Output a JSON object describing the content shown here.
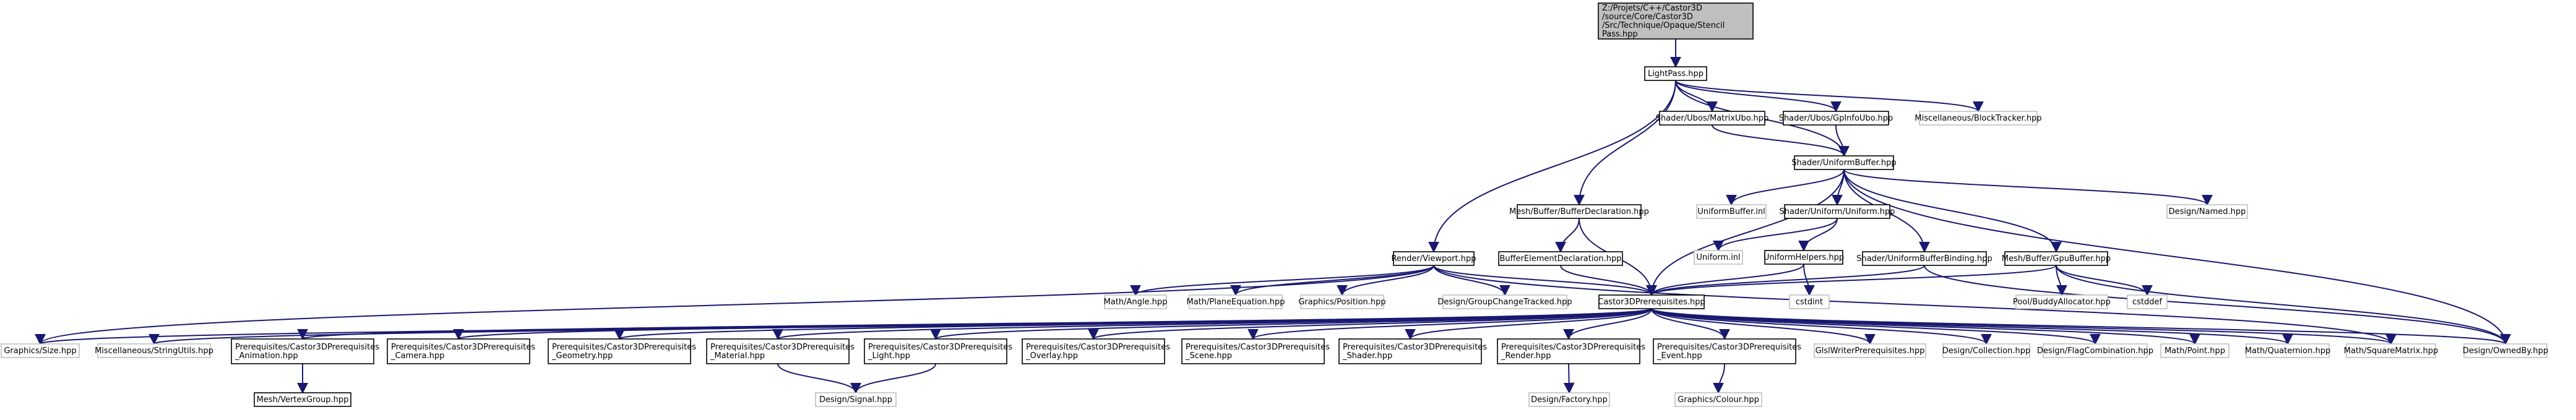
{
  "colors": {
    "edge": "#191970",
    "root_fill": "#bfbfbf",
    "node_border": "#000000",
    "external_border": "#bfbfbf",
    "background": "#ffffff"
  },
  "nodes": [
    {
      "id": "root",
      "lines": [
        "Z:/Projets/C++/Castor3D",
        "/source/Core/Castor3D",
        "/Src/Technique/Opaque/Stencil",
        "Pass.hpp"
      ],
      "kind": "root"
    },
    {
      "id": "lightpass",
      "lines": [
        "LightPass.hpp"
      ],
      "kind": "doc"
    },
    {
      "id": "matrixubo",
      "lines": [
        "Shader/Ubos/MatrixUbo.hpp"
      ],
      "kind": "doc"
    },
    {
      "id": "gpinfoubo",
      "lines": [
        "Shader/Ubos/GpInfoUbo.hpp"
      ],
      "kind": "doc"
    },
    {
      "id": "blocktracker",
      "lines": [
        "Miscellaneous/BlockTracker.hpp"
      ],
      "kind": "ext"
    },
    {
      "id": "uniformbuffer",
      "lines": [
        "Shader/UniformBuffer.hpp"
      ],
      "kind": "doc"
    },
    {
      "id": "bufferdecl",
      "lines": [
        "Mesh/Buffer/BufferDeclaration.hpp"
      ],
      "kind": "doc"
    },
    {
      "id": "uniformbufferinl",
      "lines": [
        "UniformBuffer.inl"
      ],
      "kind": "ext"
    },
    {
      "id": "uniform",
      "lines": [
        "Shader/Uniform/Uniform.hpp"
      ],
      "kind": "doc"
    },
    {
      "id": "named",
      "lines": [
        "Design/Named.hpp"
      ],
      "kind": "ext"
    },
    {
      "id": "uniforminl",
      "lines": [
        "Uniform.inl"
      ],
      "kind": "ext"
    },
    {
      "id": "uniformhelpers",
      "lines": [
        "UniformHelpers.hpp"
      ],
      "kind": "doc"
    },
    {
      "id": "bufferelemdecl",
      "lines": [
        "BufferElementDeclaration.hpp"
      ],
      "kind": "doc"
    },
    {
      "id": "uniformbufferbinding",
      "lines": [
        "Shader/UniformBufferBinding.hpp"
      ],
      "kind": "doc"
    },
    {
      "id": "gpubuffer",
      "lines": [
        "Mesh/Buffer/GpuBuffer.hpp"
      ],
      "kind": "doc"
    },
    {
      "id": "viewport",
      "lines": [
        "Render/Viewport.hpp"
      ],
      "kind": "doc"
    },
    {
      "id": "cstdint",
      "lines": [
        "cstdint"
      ],
      "kind": "ext"
    },
    {
      "id": "pool",
      "lines": [
        "Pool/BuddyAllocator.hpp"
      ],
      "kind": "ext"
    },
    {
      "id": "cstddef",
      "lines": [
        "cstddef"
      ],
      "kind": "ext"
    },
    {
      "id": "angle",
      "lines": [
        "Math/Angle.hpp"
      ],
      "kind": "ext"
    },
    {
      "id": "planeeq",
      "lines": [
        "Math/PlaneEquation.hpp"
      ],
      "kind": "ext"
    },
    {
      "id": "position",
      "lines": [
        "Graphics/Position.hpp"
      ],
      "kind": "ext"
    },
    {
      "id": "groupchange",
      "lines": [
        "Design/GroupChangeTracked.hpp"
      ],
      "kind": "ext"
    },
    {
      "id": "castorprereq",
      "lines": [
        "Castor3DPrerequisites.hpp"
      ],
      "kind": "doc"
    },
    {
      "id": "size",
      "lines": [
        "Graphics/Size.hpp"
      ],
      "kind": "ext"
    },
    {
      "id": "stringutils",
      "lines": [
        "Miscellaneous/StringUtils.hpp"
      ],
      "kind": "ext"
    },
    {
      "id": "p_anim",
      "lines": [
        "Prerequisites/Castor3DPrerequisites",
        "_Animation.hpp"
      ],
      "kind": "doc"
    },
    {
      "id": "p_cam",
      "lines": [
        "Prerequisites/Castor3DPrerequisites",
        "_Camera.hpp"
      ],
      "kind": "doc"
    },
    {
      "id": "p_geom",
      "lines": [
        "Prerequisites/Castor3DPrerequisites",
        "_Geometry.hpp"
      ],
      "kind": "doc"
    },
    {
      "id": "p_mat",
      "lines": [
        "Prerequisites/Castor3DPrerequisites",
        "_Material.hpp"
      ],
      "kind": "doc"
    },
    {
      "id": "p_light",
      "lines": [
        "Prerequisites/Castor3DPrerequisites",
        "_Light.hpp"
      ],
      "kind": "doc"
    },
    {
      "id": "p_overlay",
      "lines": [
        "Prerequisites/Castor3DPrerequisites",
        "_Overlay.hpp"
      ],
      "kind": "doc"
    },
    {
      "id": "p_scene",
      "lines": [
        "Prerequisites/Castor3DPrerequisites",
        "_Scene.hpp"
      ],
      "kind": "doc"
    },
    {
      "id": "p_shader",
      "lines": [
        "Prerequisites/Castor3DPrerequisites",
        "_Shader.hpp"
      ],
      "kind": "doc"
    },
    {
      "id": "p_render",
      "lines": [
        "Prerequisites/Castor3DPrerequisites",
        "_Render.hpp"
      ],
      "kind": "doc"
    },
    {
      "id": "p_event",
      "lines": [
        "Prerequisites/Castor3DPrerequisites",
        "_Event.hpp"
      ],
      "kind": "doc"
    },
    {
      "id": "glslwriter",
      "lines": [
        "GlslWriterPrerequisites.hpp"
      ],
      "kind": "ext"
    },
    {
      "id": "collection",
      "lines": [
        "Design/Collection.hpp"
      ],
      "kind": "ext"
    },
    {
      "id": "flagcomb",
      "lines": [
        "Design/FlagCombination.hpp"
      ],
      "kind": "ext"
    },
    {
      "id": "point",
      "lines": [
        "Math/Point.hpp"
      ],
      "kind": "ext"
    },
    {
      "id": "quaternion",
      "lines": [
        "Math/Quaternion.hpp"
      ],
      "kind": "ext"
    },
    {
      "id": "squarematrix",
      "lines": [
        "Math/SquareMatrix.hpp"
      ],
      "kind": "ext"
    },
    {
      "id": "ownedby",
      "lines": [
        "Design/OwnedBy.hpp"
      ],
      "kind": "ext"
    },
    {
      "id": "vertexgroup",
      "lines": [
        "Mesh/VertexGroup.hpp"
      ],
      "kind": "doc"
    },
    {
      "id": "signal",
      "lines": [
        "Design/Signal.hpp"
      ],
      "kind": "ext"
    },
    {
      "id": "factory",
      "lines": [
        "Design/Factory.hpp"
      ],
      "kind": "ext"
    },
    {
      "id": "colour",
      "lines": [
        "Graphics/Colour.hpp"
      ],
      "kind": "ext"
    }
  ],
  "edges": [
    [
      "root",
      "lightpass"
    ],
    [
      "lightpass",
      "matrixubo"
    ],
    [
      "lightpass",
      "gpinfoubo"
    ],
    [
      "lightpass",
      "blocktracker"
    ],
    [
      "lightpass",
      "uniformbuffer"
    ],
    [
      "lightpass",
      "bufferdecl"
    ],
    [
      "lightpass",
      "viewport"
    ],
    [
      "matrixubo",
      "uniformbuffer"
    ],
    [
      "gpinfoubo",
      "uniformbuffer"
    ],
    [
      "uniformbuffer",
      "uniformbufferinl"
    ],
    [
      "uniformbuffer",
      "uniform"
    ],
    [
      "uniformbuffer",
      "named"
    ],
    [
      "uniformbuffer",
      "uniformbufferbinding"
    ],
    [
      "uniformbuffer",
      "gpubuffer"
    ],
    [
      "uniformbuffer",
      "castorprereq"
    ],
    [
      "uniformbuffer",
      "ownedby"
    ],
    [
      "uniform",
      "uniforminl"
    ],
    [
      "uniform",
      "uniformhelpers"
    ],
    [
      "uniformhelpers",
      "cstdint"
    ],
    [
      "uniformhelpers",
      "castorprereq"
    ],
    [
      "bufferdecl",
      "bufferelemdecl"
    ],
    [
      "bufferdecl",
      "castorprereq"
    ],
    [
      "bufferelemdecl",
      "castorprereq"
    ],
    [
      "uniformbufferbinding",
      "castorprereq"
    ],
    [
      "uniformbufferbinding",
      "ownedby"
    ],
    [
      "gpubuffer",
      "pool"
    ],
    [
      "gpubuffer",
      "cstddef"
    ],
    [
      "gpubuffer",
      "castorprereq"
    ],
    [
      "gpubuffer",
      "ownedby"
    ],
    [
      "viewport",
      "angle"
    ],
    [
      "viewport",
      "planeeq"
    ],
    [
      "viewport",
      "position"
    ],
    [
      "viewport",
      "groupchange"
    ],
    [
      "viewport",
      "castorprereq"
    ],
    [
      "viewport",
      "size"
    ],
    [
      "viewport",
      "squarematrix"
    ],
    [
      "castorprereq",
      "size"
    ],
    [
      "castorprereq",
      "stringutils"
    ],
    [
      "castorprereq",
      "p_anim"
    ],
    [
      "castorprereq",
      "p_cam"
    ],
    [
      "castorprereq",
      "p_geom"
    ],
    [
      "castorprereq",
      "p_mat"
    ],
    [
      "castorprereq",
      "p_light"
    ],
    [
      "castorprereq",
      "p_overlay"
    ],
    [
      "castorprereq",
      "p_scene"
    ],
    [
      "castorprereq",
      "p_shader"
    ],
    [
      "castorprereq",
      "p_render"
    ],
    [
      "castorprereq",
      "p_event"
    ],
    [
      "castorprereq",
      "glslwriter"
    ],
    [
      "castorprereq",
      "collection"
    ],
    [
      "castorprereq",
      "flagcomb"
    ],
    [
      "castorprereq",
      "point"
    ],
    [
      "castorprereq",
      "quaternion"
    ],
    [
      "castorprereq",
      "squarematrix"
    ],
    [
      "castorprereq",
      "ownedby"
    ],
    [
      "p_anim",
      "vertexgroup"
    ],
    [
      "p_mat",
      "signal"
    ],
    [
      "p_light",
      "signal"
    ],
    [
      "p_render",
      "factory"
    ],
    [
      "p_event",
      "colour"
    ]
  ]
}
